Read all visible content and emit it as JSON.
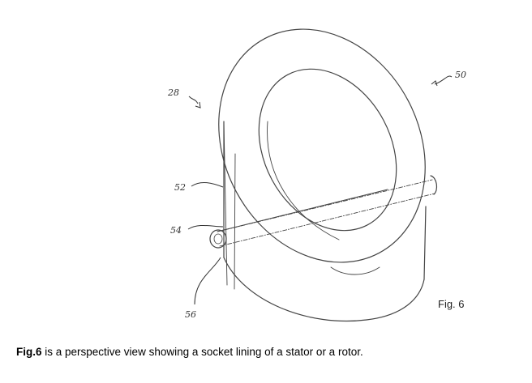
{
  "figure": {
    "label": "Fig. 6",
    "refs": {
      "r28": "28",
      "r50": "50",
      "r52": "52",
      "r54": "54",
      "r56": "56"
    }
  },
  "caption": {
    "lead": "Fig.6",
    "text": " is a perspective view showing a socket lining of a stator or a rotor."
  }
}
